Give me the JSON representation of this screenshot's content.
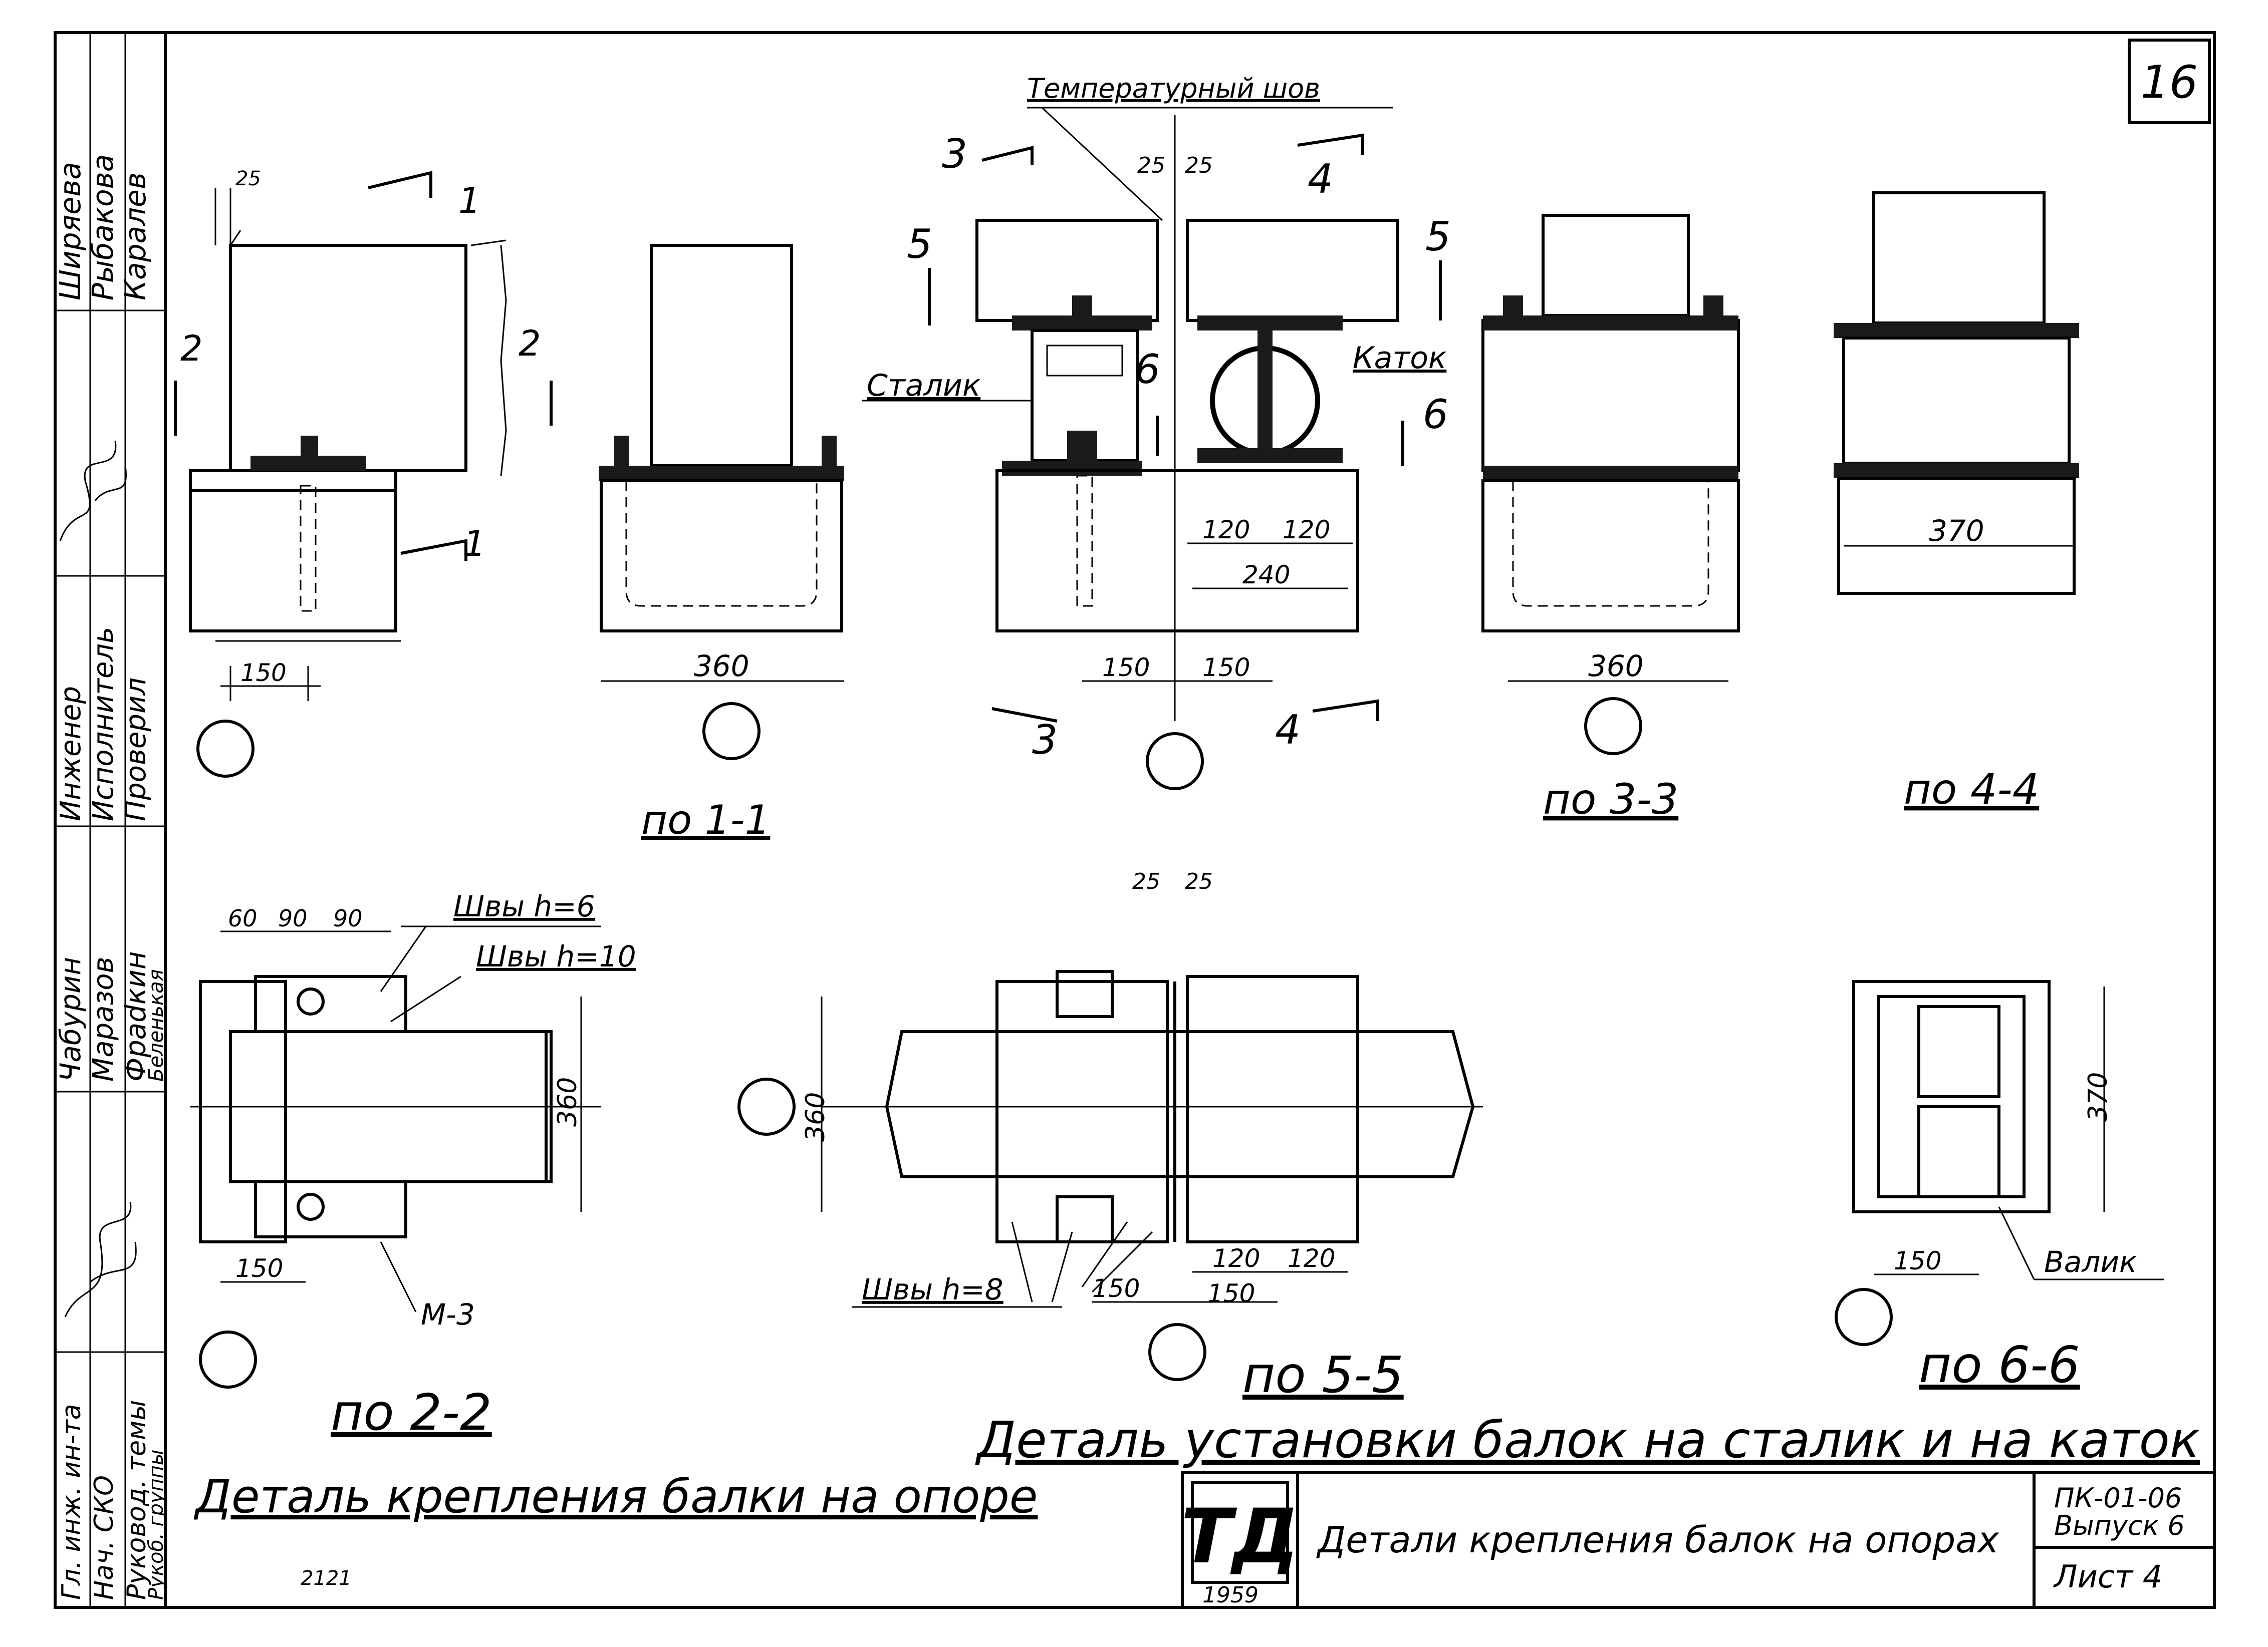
{
  "sheet": {
    "page_number": "16",
    "stamp_year": "1959",
    "stamp_logo_letters": "ТД",
    "bottom_note": "2121"
  },
  "title_block": {
    "sheet_title": "Детали крепления балок на опорах",
    "code": "ПК-01-06",
    "issue": "Выпуск 6",
    "sheet_label": "Лист 4"
  },
  "left_strip": {
    "roles_group1": [
      "Гл. инж. ин-та",
      "Нач. СКО",
      "Руковод. темы",
      "Рукоб. группы"
    ],
    "names_group1": [
      "Чабурин",
      "Маразов",
      "Фраdкин",
      "Беленькая"
    ],
    "roles_group2": [
      "Инженер",
      "Исполнитель",
      "Проверил"
    ],
    "names_group2": [
      "Ширяева",
      "Рыбакова",
      "Каралев"
    ]
  },
  "titles": {
    "left_detail": "Деталь крепления балки на опоре",
    "right_detail": "Деталь установки балок на сталик и на каток"
  },
  "views": {
    "v11": "по 1-1",
    "v22": "по 2-2",
    "v33": "по 3-3",
    "v44": "по 4-4",
    "v55": "по 5-5",
    "v66": "по 6-6"
  },
  "labels": {
    "temp_joint": "Температурный шов",
    "stalik": "Сталик",
    "katok": "Каток",
    "valik": "Валик",
    "m3": "М-3",
    "welds6": "Швы h=6",
    "welds10": "Швы h=10",
    "welds8": "Швы h=8"
  },
  "cut_marks": {
    "c1": "1",
    "c2": "2",
    "c3": "3",
    "c4": "4",
    "c5": "5",
    "c6": "6"
  },
  "dims": {
    "d25": "25",
    "d150": "150",
    "d360": "360",
    "d120": "120",
    "d240": "240",
    "d370": "370",
    "d60": "60",
    "d90": "90"
  }
}
